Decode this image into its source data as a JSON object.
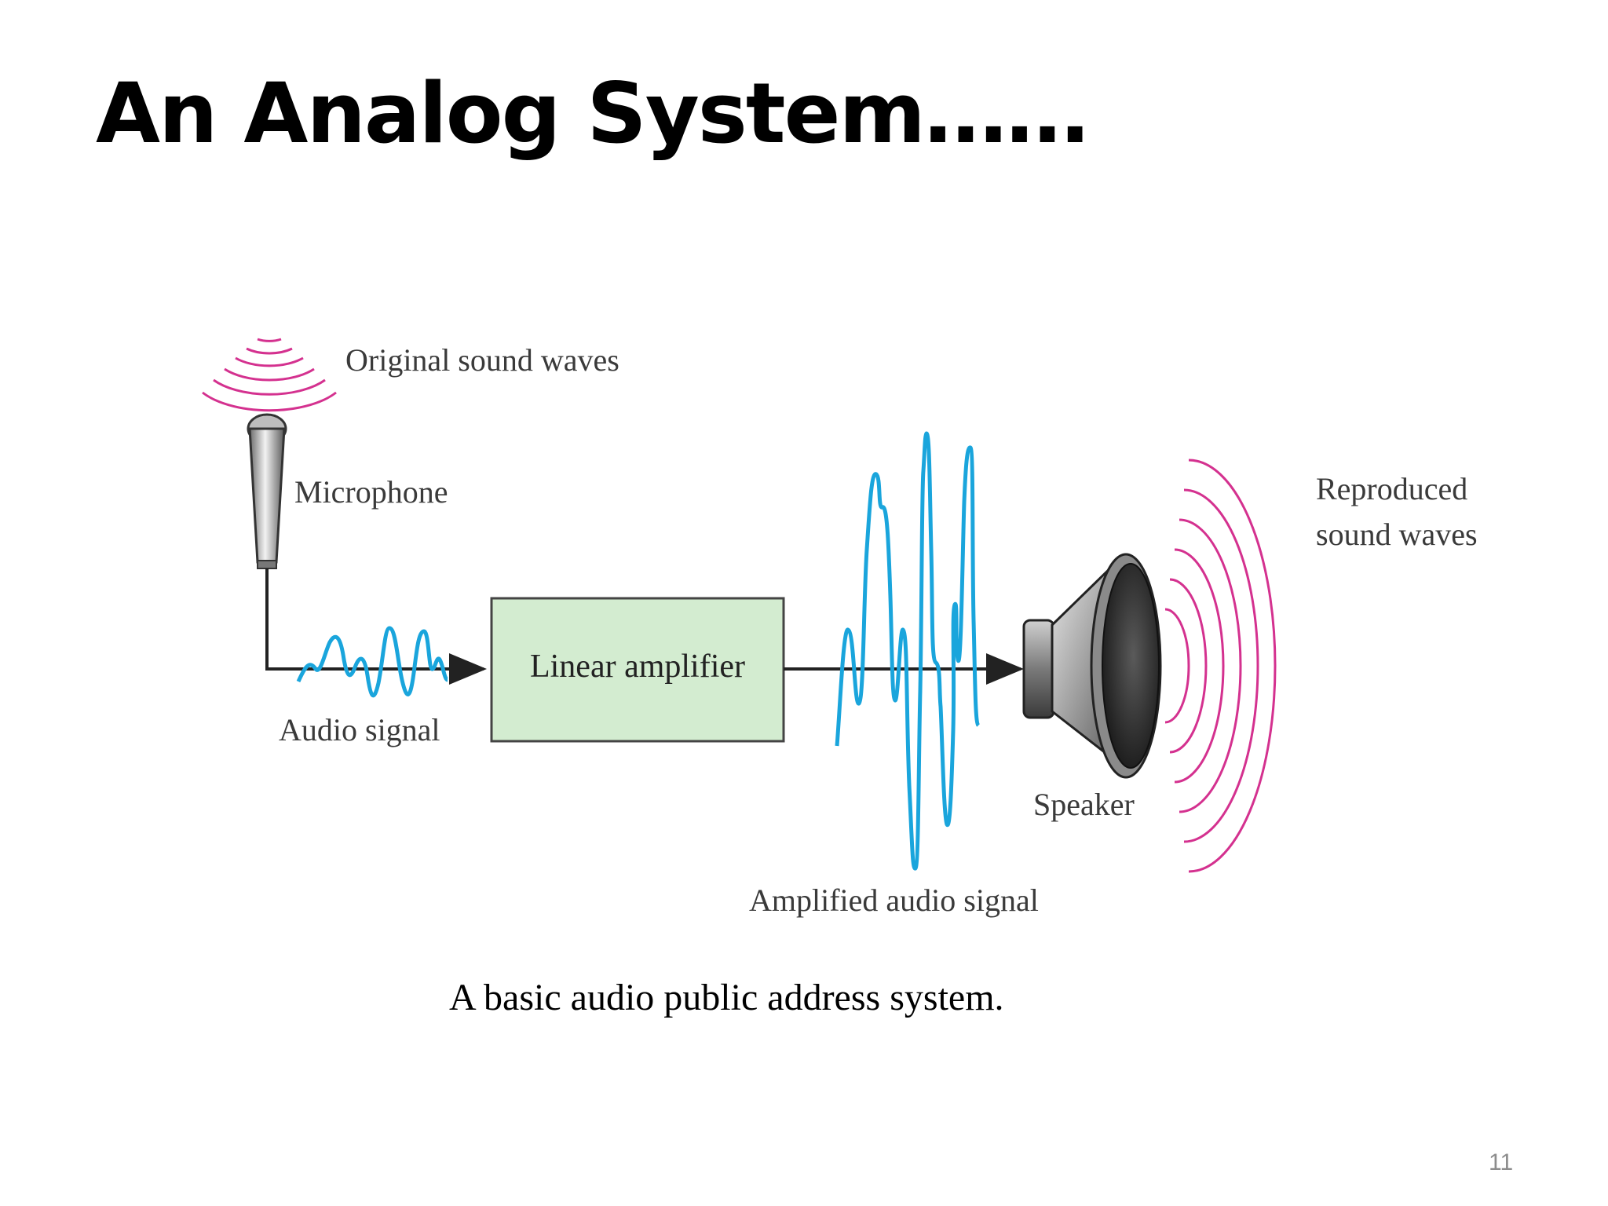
{
  "slide": {
    "title": "An Analog System……",
    "caption": "A basic audio public address system.",
    "page_number": "11"
  },
  "diagram": {
    "labels": {
      "original_sound_waves": "Original sound waves",
      "microphone": "Microphone",
      "audio_signal": "Audio signal",
      "linear_amplifier": "Linear amplifier",
      "amplified_audio_signal": "Amplified audio signal",
      "speaker": "Speaker",
      "reproduced_line1": "Reproduced",
      "reproduced_line2": "sound waves"
    },
    "colors": {
      "sound_wave": "#d4318f",
      "signal": "#1aa5dc",
      "amplifier_fill": "#d3ecd0",
      "line": "#222222"
    },
    "icons": [
      "microphone-icon",
      "speaker-icon"
    ]
  }
}
